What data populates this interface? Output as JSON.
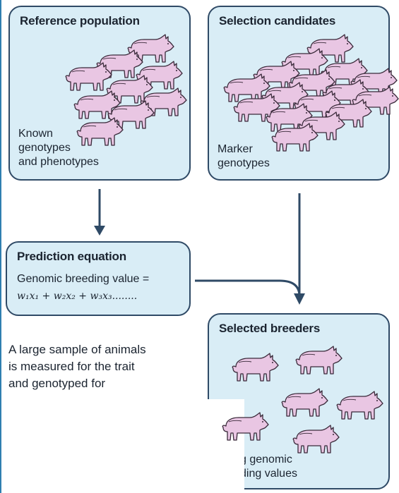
{
  "reference": {
    "title": "Reference population",
    "caption_line1": "Known",
    "caption_line2": "genotypes",
    "caption_line3": "and phenotypes"
  },
  "selection": {
    "title": "Selection candidates",
    "caption_line1": "Marker",
    "caption_line2": "genotypes"
  },
  "prediction": {
    "title": "Prediction equation",
    "line1": "Genomic breeding value =",
    "equation": "w₁x₁ + w₂x₂ + w₃x₃........"
  },
  "breeders": {
    "title": "Selected breeders",
    "caption_line1": "Using genomic",
    "caption_line2": "breeding values"
  },
  "note": {
    "line1": "A large sample of animals",
    "line2": "is measured for the trait",
    "line3": "and genotyped for"
  },
  "colors": {
    "box_fill": "#d9edf6",
    "box_stroke": "#2f4a66",
    "arrow": "#2f4a66",
    "pig_fill": "#e9c6e3",
    "pig_stroke": "#3a2a3a"
  }
}
